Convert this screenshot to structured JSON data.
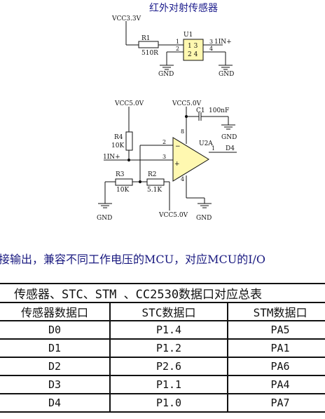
{
  "title": "红外对射传感器",
  "schematic": {
    "upper": {
      "vcc": "VCC3.3V",
      "resistor_ref": "R1",
      "resistor_value": "510R",
      "ic_ref": "U1",
      "ic_body_top": "1 3",
      "ic_body_bottom": "2 4",
      "pins": [
        "1",
        "2",
        "3",
        "4"
      ],
      "net_out": "1IN+",
      "gnd_left": "GND",
      "gnd_right": "GND"
    },
    "lower": {
      "vcc_left": "VCC5.0V",
      "vcc_top": "VCC5.0V",
      "vcc_bottom": "VCC5.0V",
      "cap_ref": "C1",
      "cap_value": "100nF",
      "r4_ref": "R4",
      "r4_value": "10K",
      "r3_ref": "R3",
      "r3_value": "10K",
      "r2_ref": "R2",
      "r2_value": "5.1K",
      "opamp_ref": "U2A",
      "net_in": "1IN+",
      "net_out": "D4",
      "pin_out": "1",
      "pin_minus": "2",
      "pin_plus": "3",
      "pin_vcc": "8",
      "pin_gnd": "4",
      "minus_sign": "−",
      "plus_sign": "+",
      "gnd_cap": "GND",
      "gnd_opamp": "GND",
      "gnd_left": "GND"
    }
  },
  "sentence": "接输出，兼容不同工作电压的MCU，对应MCU的I/O",
  "table": {
    "caption": "传感器、STC、STM 、CC2530数据口对应总表",
    "headers": [
      "传感器数据口",
      "STC数据口",
      "STM数据口"
    ],
    "rows": [
      [
        "D0",
        "P1.4",
        "PA5"
      ],
      [
        "D1",
        "P1.2",
        "PA1"
      ],
      [
        "D2",
        "P2.6",
        "PA6"
      ],
      [
        "D3",
        "P1.1",
        "PA4"
      ],
      [
        "D4",
        "P1.0",
        "PA7"
      ]
    ]
  }
}
